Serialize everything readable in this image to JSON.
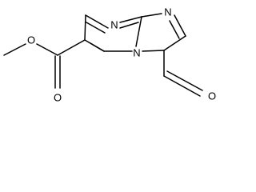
{
  "molecule": {
    "atoms": {
      "n_ring_top": "N",
      "n_imidazole": "N",
      "n_bridge": "N",
      "o_ester_single": "O",
      "o_ester_double": "O",
      "o_aldehyde": "O"
    }
  }
}
